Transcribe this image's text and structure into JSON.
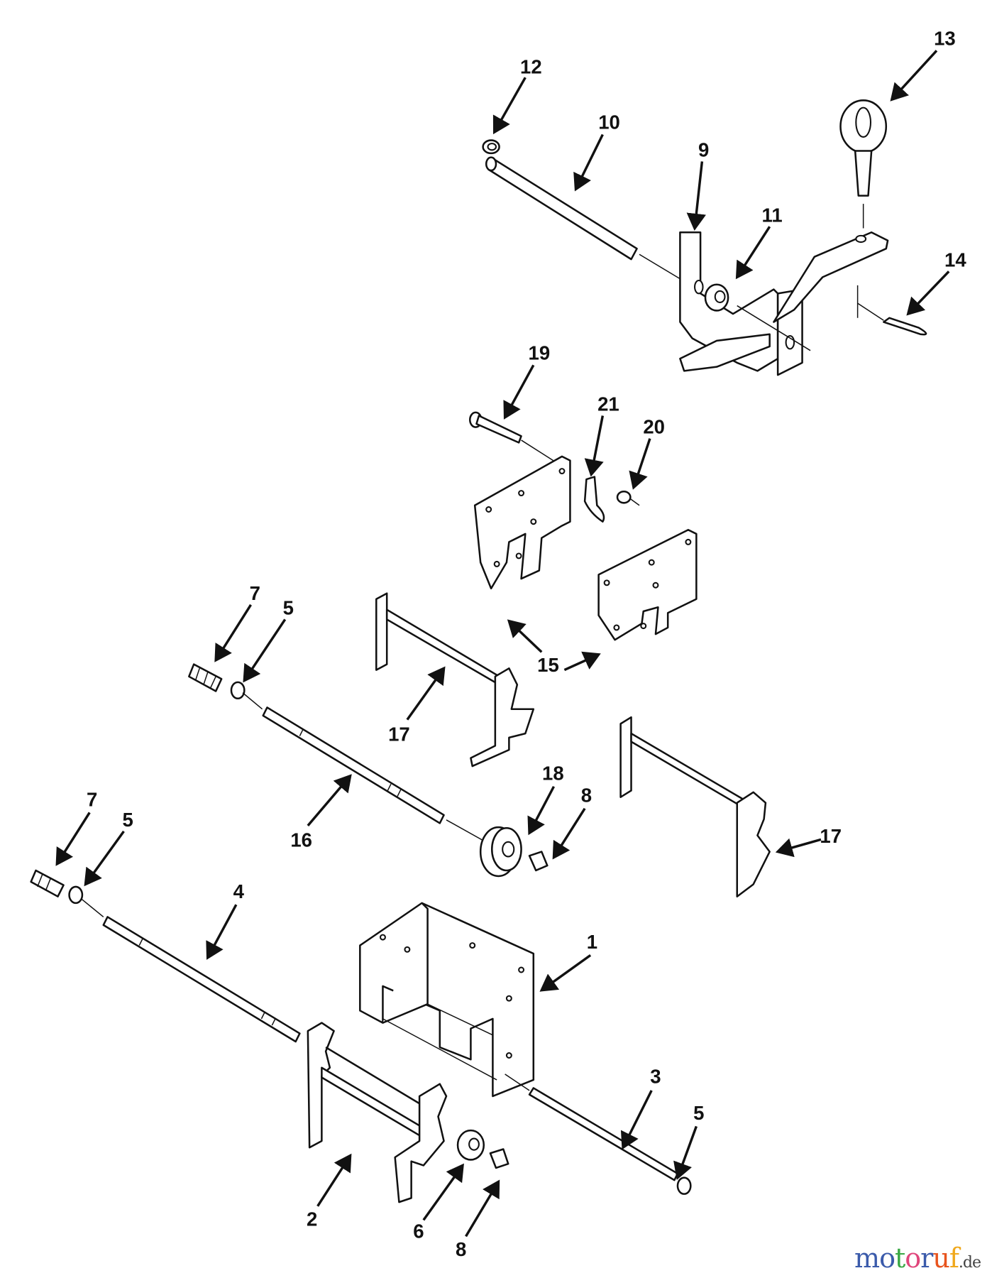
{
  "diagram": {
    "labels": {
      "l1": "1",
      "l2": "2",
      "l3": "3",
      "l4": "4",
      "l5a": "5",
      "l5b": "5",
      "l5c": "5",
      "l6": "6",
      "l7a": "7",
      "l7b": "7",
      "l8a": "8",
      "l8b": "8",
      "l9": "9",
      "l10": "10",
      "l11": "11",
      "l12": "12",
      "l13": "13",
      "l14": "14",
      "l15": "15",
      "l16": "16",
      "l17a": "17",
      "l17b": "17",
      "l18": "18",
      "l19": "19",
      "l20": "20",
      "l21": "21"
    }
  },
  "watermark": {
    "letters": [
      "m",
      "o",
      "t",
      "o",
      "r",
      "u",
      "f"
    ],
    "colors": [
      "#3b5bab",
      "#3b5bab",
      "#3aa845",
      "#e0457b",
      "#3b5bab",
      "#e8541e",
      "#f0a81c"
    ],
    "suffix": ".de"
  }
}
